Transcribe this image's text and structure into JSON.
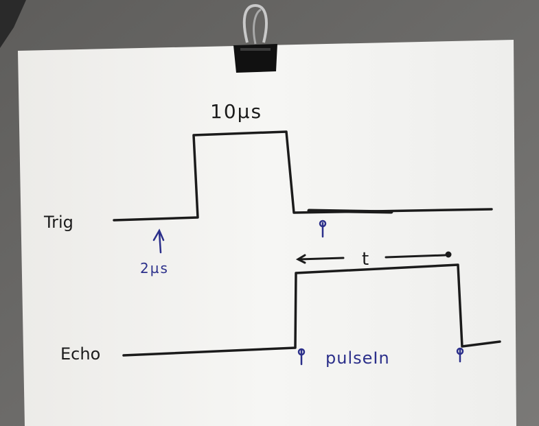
{
  "labels": {
    "trig": "Trig",
    "echo": "Echo",
    "pulse_width": "10µs",
    "delay": "2µs",
    "time": "t",
    "function": "pulseIn"
  },
  "colors": {
    "ink_black": "#1b1b1b",
    "ink_blue": "#2b2f8a",
    "paper": "#f3f3f1",
    "background": "#6f6e6c"
  }
}
